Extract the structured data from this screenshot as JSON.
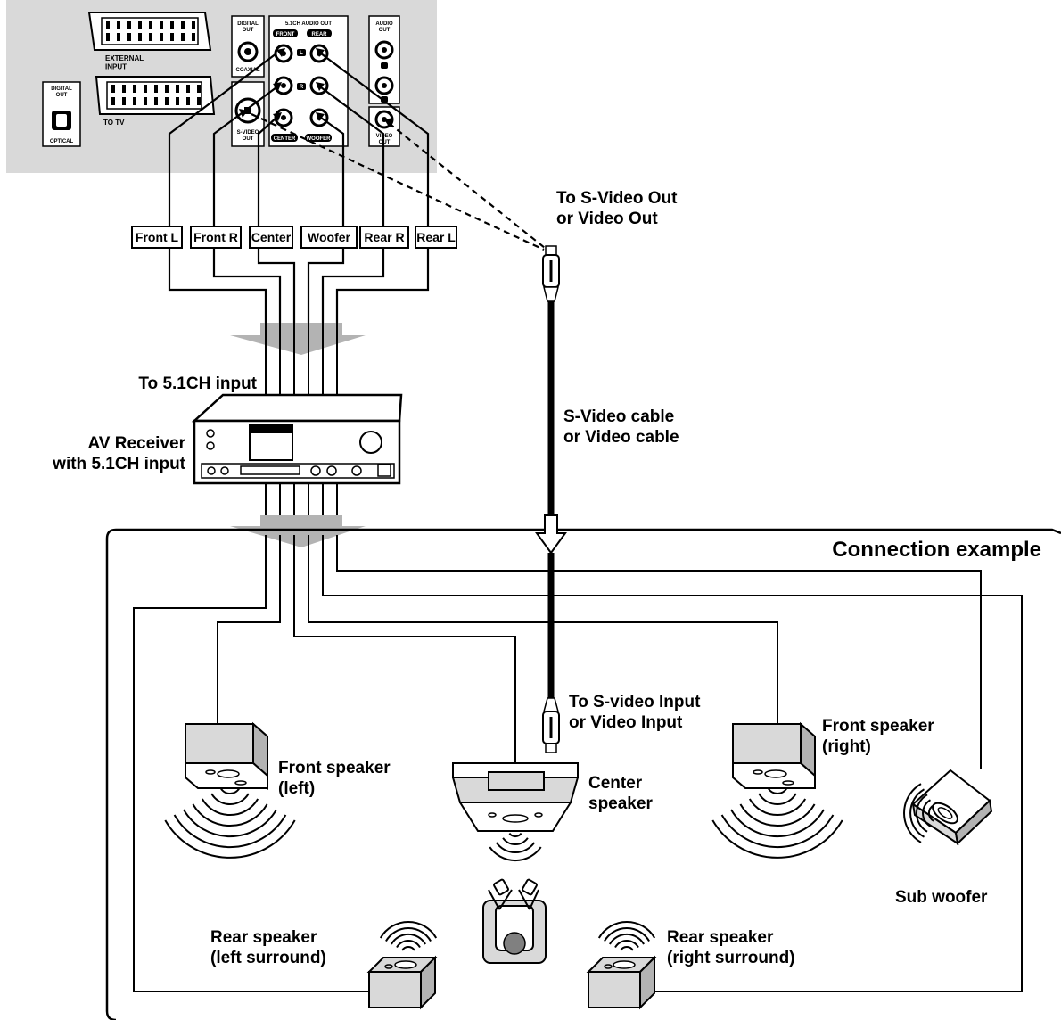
{
  "panel": {
    "external_input": "EXTERNAL\nINPUT",
    "to_tv": "TO TV",
    "digital_out_left": "DIGITAL\nOUT",
    "optical": "OPTICAL",
    "digital_out": "DIGITAL\nOUT",
    "coaxial": "COAXIAL",
    "audio_51_out": "5.1CH AUDIO OUT",
    "front": "FRONT",
    "rear": "REAR",
    "l": "L",
    "r": "R",
    "center": "CENTER",
    "woofer": "WOOFER",
    "svideo_out": "S-VIDEO\nOUT",
    "audio_out": "AUDIO\nOUT",
    "video_out": "VIDEO\nOUT"
  },
  "cable_labels": [
    "Front L",
    "Front R",
    "Center",
    "Woofer",
    "Rear R",
    "Rear L"
  ],
  "labels": {
    "to_svideo_out": "To S-Video Out\nor Video Out",
    "to_51ch_input": "To 5.1CH input",
    "av_receiver": "AV Receiver\nwith 5.1CH input",
    "svideo_cable": "S-Video cable\nor Video cable",
    "connection_example": "Connection example",
    "to_svideo_input": "To S-video Input\nor Video Input",
    "front_speaker_left": "Front speaker\n(left)",
    "center_speaker": "Center\nspeaker",
    "front_speaker_right": "Front speaker\n(right)",
    "sub_woofer": "Sub woofer",
    "rear_speaker_left": "Rear speaker\n(left surround)",
    "rear_speaker_right": "Rear speaker\n(right surround)"
  }
}
